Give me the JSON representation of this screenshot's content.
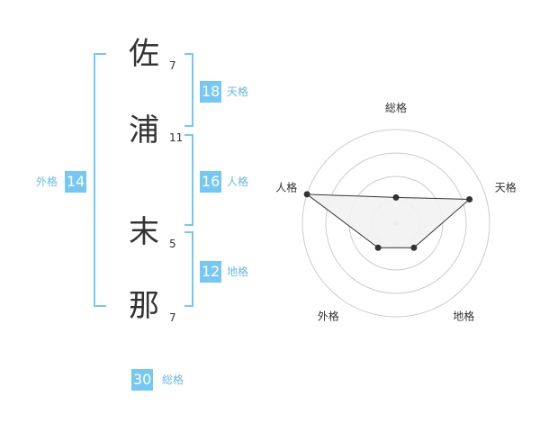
{
  "colors": {
    "accent": "#76c8f4",
    "accent_text": "#6ab9e6",
    "text": "#333333",
    "ring": "#cccccc",
    "fill": "#f2f2f2",
    "line": "#333333"
  },
  "name": {
    "chars": [
      {
        "char": "佐",
        "strokes": "7"
      },
      {
        "char": "浦",
        "strokes": "11"
      },
      {
        "char": "末",
        "strokes": "5"
      },
      {
        "char": "那",
        "strokes": "7"
      }
    ]
  },
  "fortune": {
    "tenkaku": {
      "value": "18",
      "label": "天格"
    },
    "jinkaku": {
      "value": "16",
      "label": "人格"
    },
    "chikaku": {
      "value": "12",
      "label": "地格"
    },
    "gaikaku": {
      "value": "14",
      "label": "外格"
    },
    "soukaku": {
      "value": "30",
      "label": "総格"
    }
  },
  "chart_data": {
    "type": "radar",
    "axes": [
      "総格",
      "天格",
      "地格",
      "外格",
      "人格"
    ],
    "values": [
      1.1,
      3.3,
      1.3,
      1.3,
      4.0
    ],
    "rmax": 4
  }
}
